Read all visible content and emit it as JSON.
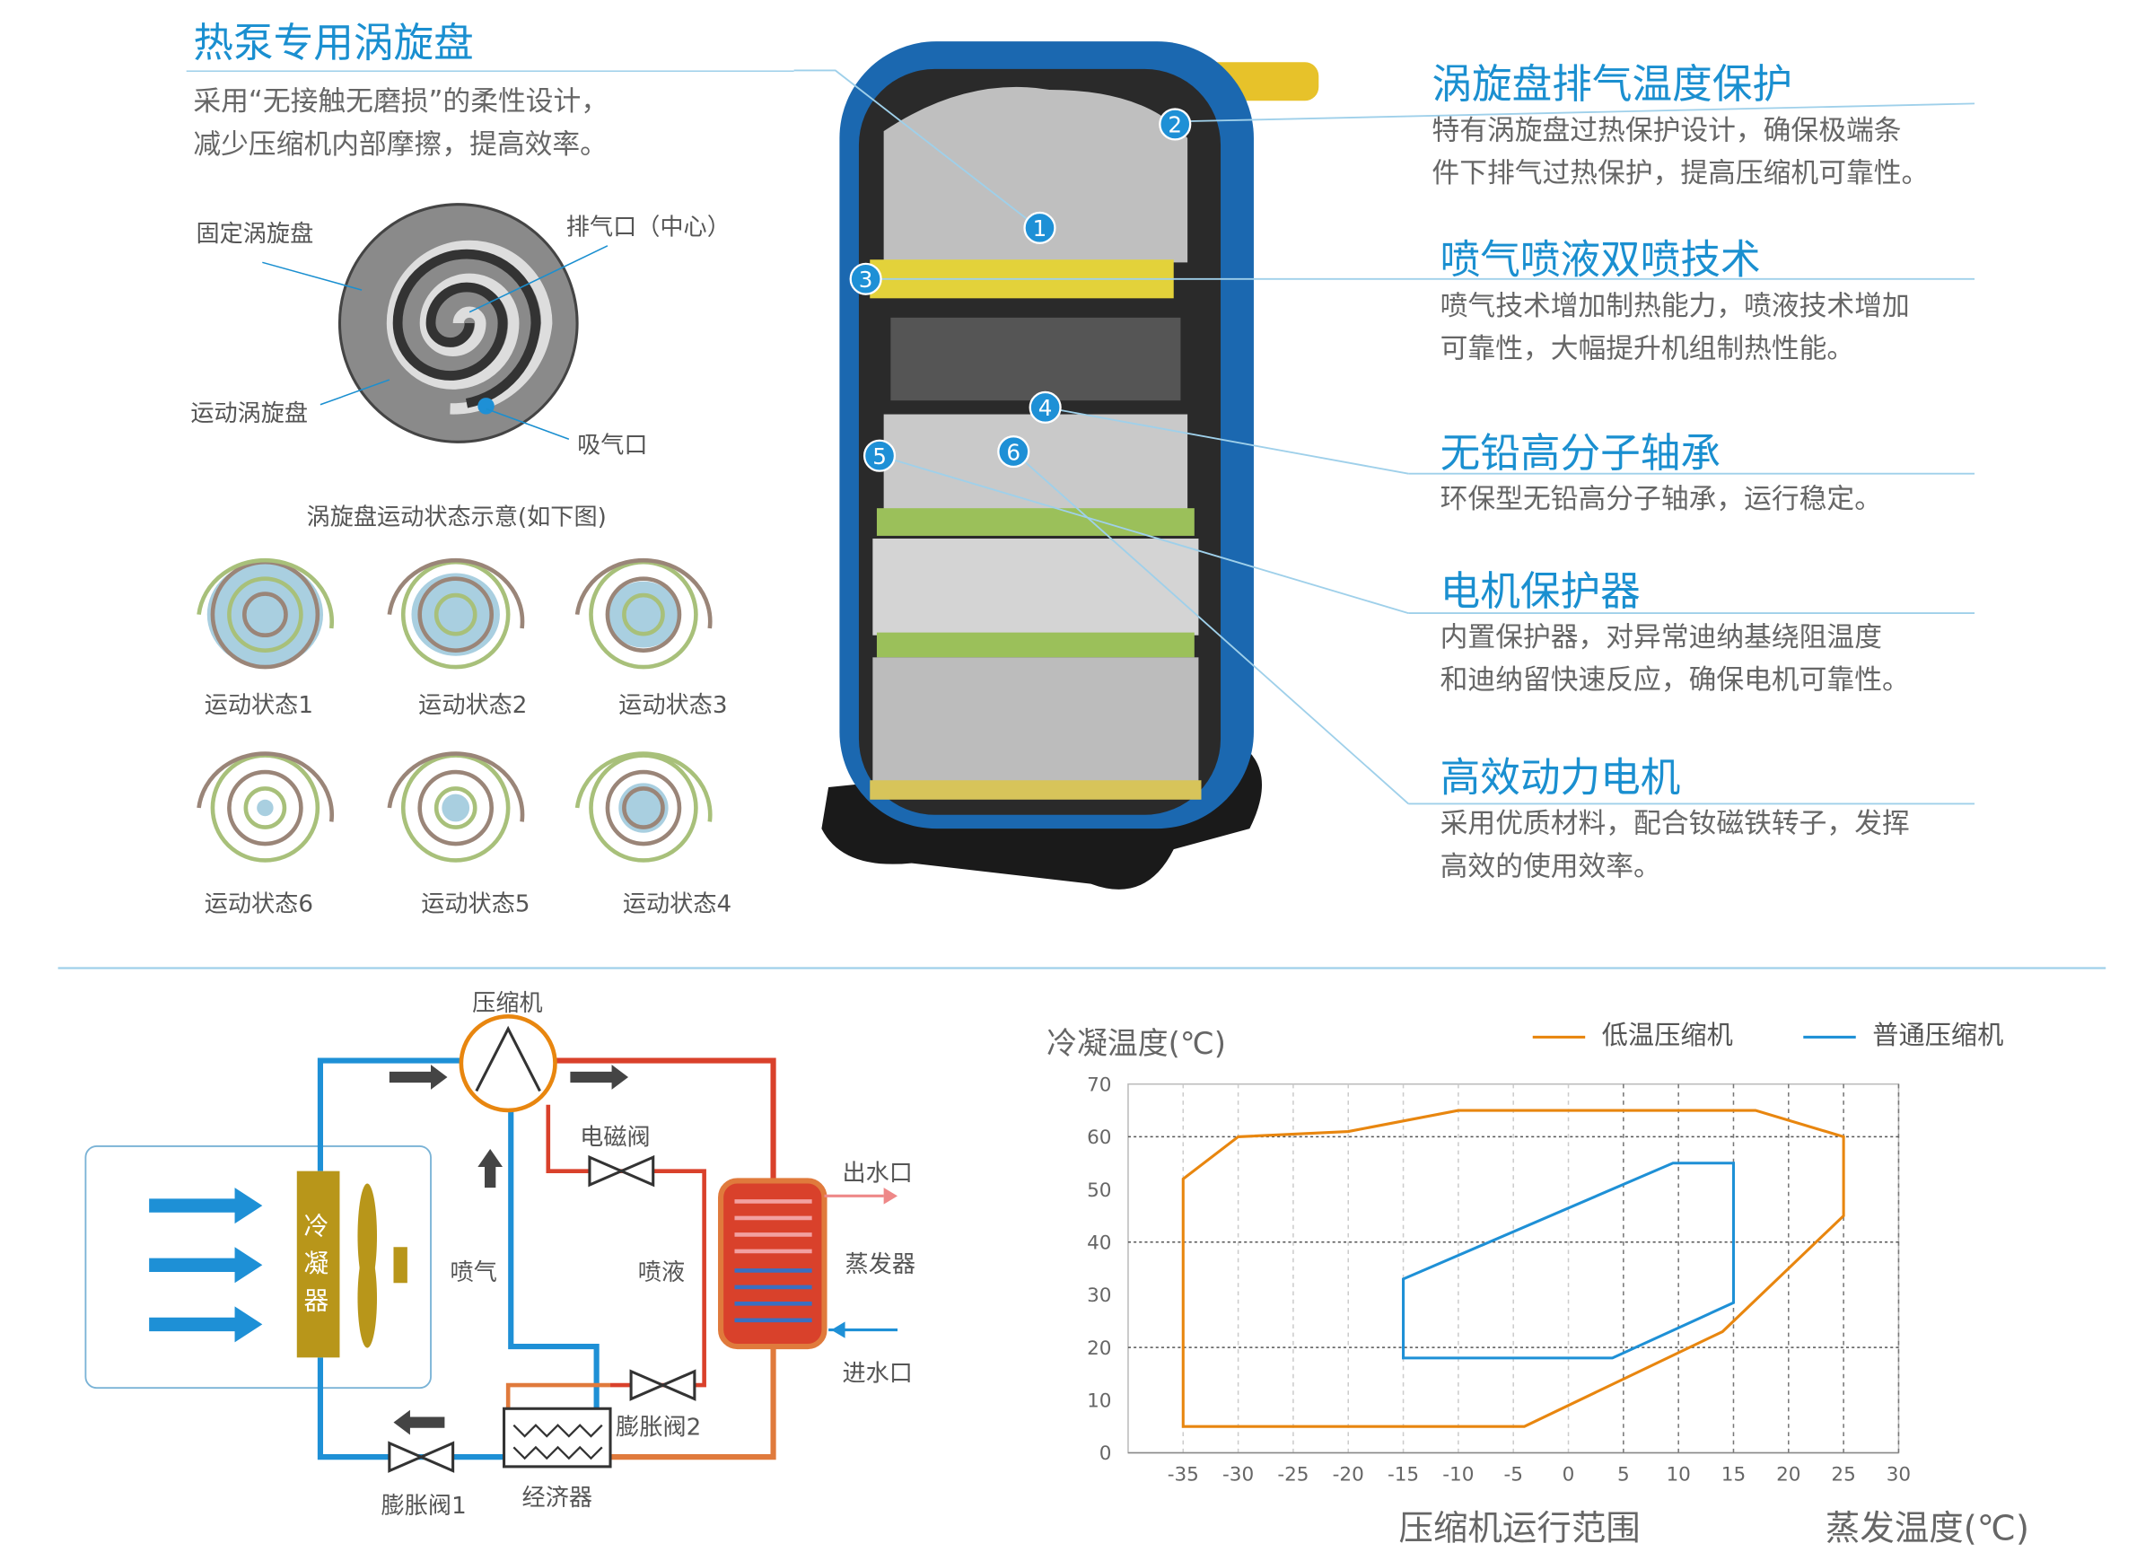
{
  "scroll": {
    "title": "热泵专用涡旋盘",
    "desc": [
      "采用“无接触无磨损”的柔性设计，",
      "减少压缩机内部摩擦，提高效率。"
    ],
    "labels": {
      "fixed": "固定涡旋盘",
      "exhaust": "排气口（中心）",
      "moving": "运动涡旋盘",
      "suction": "吸气口"
    },
    "states_title": "涡旋盘运动状态示意(如下图)",
    "states": [
      "运动状态1",
      "运动状态2",
      "运动状态3",
      "运动状态6",
      "运动状态5",
      "运动状态4"
    ]
  },
  "features": [
    {
      "num": "2",
      "title": "涡旋盘排气温度保护",
      "desc": [
        "特有涡旋盘过热保护设计，确保极端条",
        "件下排气过热保护，提高压缩机可靠性。"
      ]
    },
    {
      "num": "3",
      "title": "喷气喷液双喷技术",
      "desc": [
        "喷气技术增加制热能力，喷液技术增加",
        "可靠性，大幅提升机组制热性能。"
      ]
    },
    {
      "num": "4",
      "title": "无铅高分子轴承",
      "desc": [
        "环保型无铅高分子轴承，运行稳定。"
      ]
    },
    {
      "num": "5",
      "title": "电机保护器",
      "desc": [
        "内置保护器，对异常迪纳基绕阻温度",
        "和迪纳留快速反应，确保电机可靠性。"
      ]
    },
    {
      "num": "6",
      "title": "高效动力电机",
      "desc": [
        "采用优质材料，配合钕磁铁转子，发挥",
        "高效的使用效率。"
      ]
    }
  ],
  "callouts": [
    "1",
    "2",
    "3",
    "4",
    "5",
    "6"
  ],
  "cycle": {
    "compressor": "压缩机",
    "condenser": "冷凝器",
    "solenoid": "电磁阀",
    "spray_gas": "喷气",
    "spray_liquid": "喷液",
    "water_out": "出水口",
    "evaporator": "蒸发器",
    "water_in": "进水口",
    "valve2": "膨胀阀2",
    "valve1": "膨胀阀1",
    "economizer": "经济器"
  },
  "colors": {
    "accent": "#1a8fd0",
    "orange": "#e8860f",
    "blue": "#1e90d6",
    "red": "#d9412b",
    "gold": "#b8961a"
  },
  "chart_data": {
    "type": "line",
    "title": "压缩机运行范围",
    "xlabel": "蒸发温度(℃)",
    "ylabel": "冷凝温度(℃)",
    "xlim": [
      -40,
      30
    ],
    "ylim": [
      0,
      70
    ],
    "xticks": [
      -35,
      -30,
      -25,
      -20,
      -15,
      -10,
      -5,
      0,
      5,
      10,
      15,
      20,
      25,
      30
    ],
    "yticks": [
      0,
      10,
      20,
      30,
      40,
      50,
      60,
      70
    ],
    "grid": true,
    "legend": "top-right",
    "series": [
      {
        "name": "低温压缩机",
        "color": "#e8860f",
        "closed": true,
        "points": [
          [
            -35,
            5
          ],
          [
            -35,
            52
          ],
          [
            -30,
            60
          ],
          [
            -20,
            61
          ],
          [
            -10,
            65
          ],
          [
            17,
            65
          ],
          [
            25,
            60
          ],
          [
            25,
            45
          ],
          [
            14,
            23
          ],
          [
            -4,
            5
          ]
        ]
      },
      {
        "name": "普通压缩机",
        "color": "#1e90d6",
        "closed": true,
        "points": [
          [
            -15,
            18
          ],
          [
            -15,
            33
          ],
          [
            9.5,
            55
          ],
          [
            15,
            55
          ],
          [
            15,
            28.5
          ],
          [
            4,
            18
          ]
        ]
      }
    ]
  }
}
